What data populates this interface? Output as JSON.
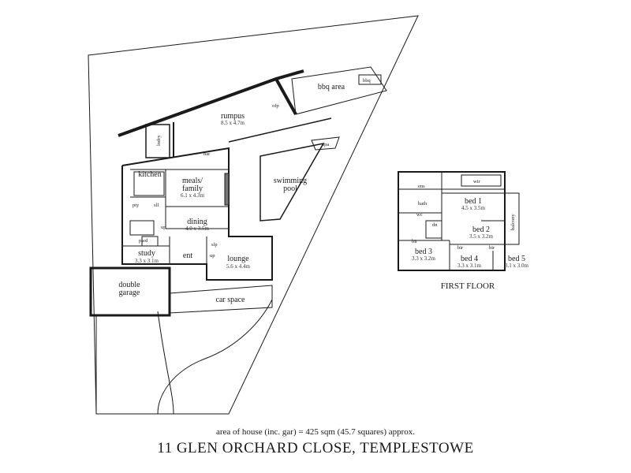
{
  "rooms": {
    "rumpus": {
      "name": "rumpus",
      "dim": "8.5 x 4.7m"
    },
    "bbq_area": "bbq area",
    "bbq": "bbq",
    "ofp": "ofp",
    "lndry": "lndry",
    "bar": "bar",
    "kitchen": "kitchen",
    "meals": {
      "name": "meals/",
      "name2": "family",
      "dim": "6.1 x 4.3m"
    },
    "dining": {
      "name": "dining",
      "dim": "4.0 x 3.5m"
    },
    "study": {
      "name": "study",
      "dim": "3.3 x 3.1m"
    },
    "ent": "ent",
    "lounge": {
      "name": "lounge",
      "dim": "5.6 x 4.4m"
    },
    "garage": {
      "name": "double",
      "name2": "garage"
    },
    "car_space": "car space",
    "spa": "spa",
    "pool": {
      "name": "swimming",
      "name2": "pool"
    },
    "pwd": "pwd",
    "pty": "pty",
    "sll": "sll",
    "up": "up",
    "up2": "up",
    "slp": "slp"
  },
  "first_floor": {
    "title": "FIRST FLOOR",
    "wir": "wir",
    "ens": "ens",
    "bed1": {
      "name": "bed 1",
      "dim": "4.5 x 3.5m"
    },
    "bath": "bath",
    "wc": "wc",
    "dn": "dn",
    "bed2": {
      "name": "bed 2",
      "dim": "3.5 x 3.2m"
    },
    "balcony": "balcony",
    "bed3": {
      "name": "bed 3",
      "dim": "3.3 x 3.2m"
    },
    "bed4": {
      "name": "bed 4",
      "dim": "3.3 x 3.1m"
    },
    "bed5": {
      "name": "bed 5",
      "dim": "3.1 x 3.0m"
    },
    "bir": "bir"
  },
  "caption": {
    "area": "area of house (inc. gar) = 425 sqm (45.7 squares) approx.",
    "address": "11 GLEN ORCHARD CLOSE, TEMPLESTOWE"
  }
}
